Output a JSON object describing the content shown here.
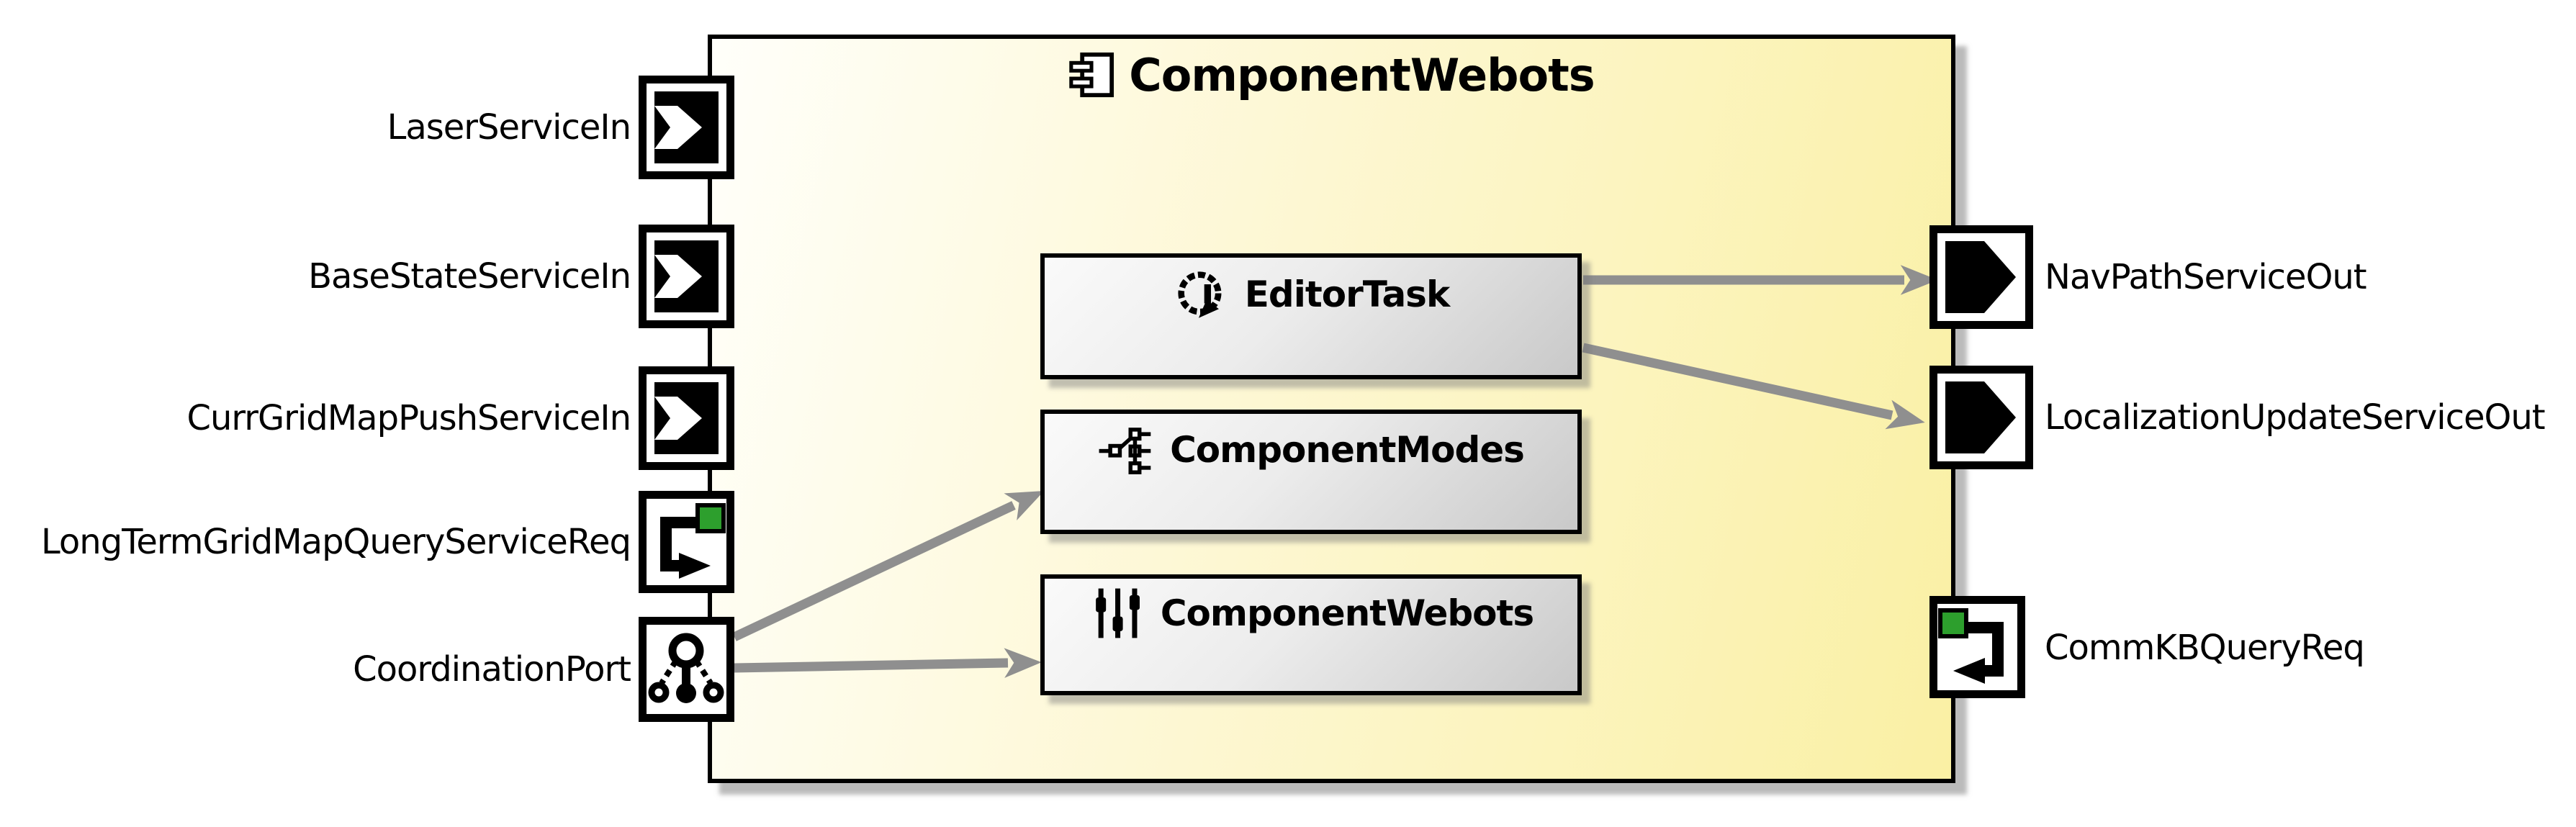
{
  "diagram": {
    "title": "ComponentWebots",
    "left_ports": [
      {
        "label": "LaserServiceIn",
        "kind": "push-service-in"
      },
      {
        "label": "BaseStateServiceIn",
        "kind": "push-service-in"
      },
      {
        "label": "CurrGridMapPushServiceIn",
        "kind": "push-service-in"
      },
      {
        "label": "LongTermGridMapQueryServiceReq",
        "kind": "query-service-req"
      },
      {
        "label": "CoordinationPort",
        "kind": "coordination-port"
      }
    ],
    "right_ports": [
      {
        "label": "NavPathServiceOut",
        "kind": "push-service-out"
      },
      {
        "label": "LocalizationUpdateServiceOut",
        "kind": "push-service-out"
      },
      {
        "label": "CommKBQueryReq",
        "kind": "query-service-req"
      }
    ],
    "blocks": [
      {
        "label": "EditorTask",
        "icon": "task-loop-icon"
      },
      {
        "label": "ComponentModes",
        "icon": "modes-tree-icon"
      },
      {
        "label": "ComponentWebots",
        "icon": "sliders-icon"
      }
    ],
    "connections": [
      {
        "from": "EditorTask",
        "to": "NavPathServiceOut"
      },
      {
        "from": "EditorTask",
        "to": "LocalizationUpdateServiceOut"
      },
      {
        "from": "CoordinationPort",
        "to": "ComponentModes"
      },
      {
        "from": "CoordinationPort",
        "to": "ComponentWebots"
      }
    ],
    "colors": {
      "component_fill_left": "#fffffa",
      "component_fill_right": "#faf0a4",
      "block_fill_light": "#fafafa",
      "block_fill_dark": "#c9c9c9",
      "arrow": "#8f8f8f",
      "port_green": "#2d9f2d",
      "outline": "#000000"
    }
  }
}
